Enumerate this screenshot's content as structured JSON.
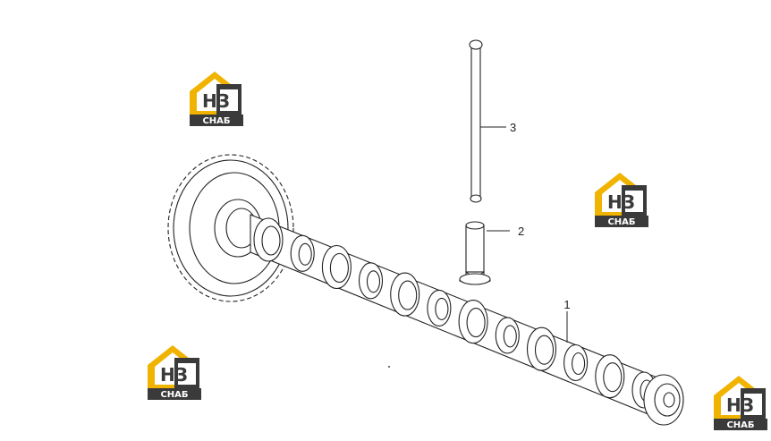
{
  "callouts": [
    {
      "id": "1",
      "label": "1"
    },
    {
      "id": "2",
      "label": "2"
    },
    {
      "id": "3",
      "label": "3"
    }
  ],
  "logo": {
    "main": "НЗ",
    "sub": "СНАБ",
    "colors": {
      "gold": "#f0b400",
      "dark": "#3a3a3a",
      "text": "#ffffff"
    }
  },
  "parts": {
    "camshaft_lobes": 12
  }
}
